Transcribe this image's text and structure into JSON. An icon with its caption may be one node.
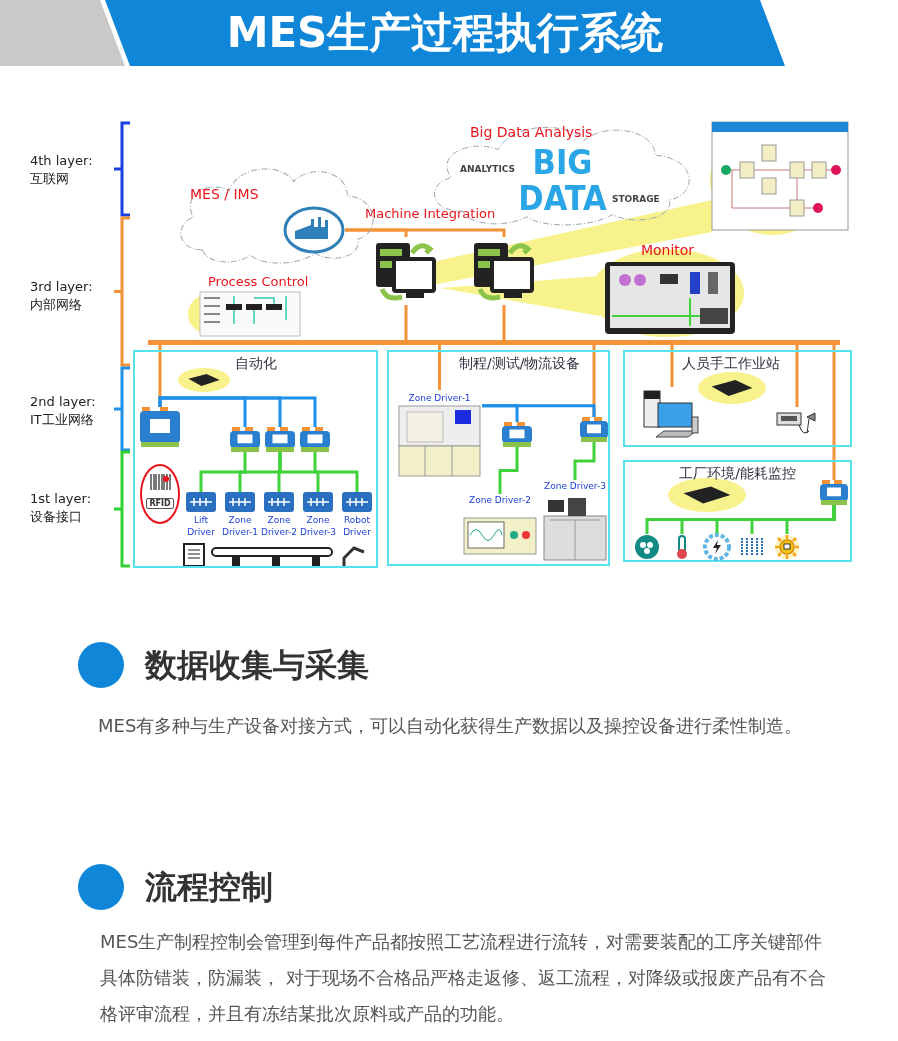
{
  "diagram": {
    "title": "MES生产过程执行系统",
    "nodes": [
      {
        "text": [
          "MES / IMS"
        ]
      },
      {
        "text": [],
        "shape": "picture",
        "in": 0
      },
      {
        "text": [
          "Big Data Analysis",
          "ANALYTICS",
          "BIG DATA",
          "STORAGE"
        ]
      },
      {
        "text": [],
        "shape": "picture"
      },
      {
        "text": [],
        "shape": "picture"
      },
      {
        "text": [],
        "shape": "picture"
      },
      {
        "text": [
          "Monitor"
        ]
      },
      {
        "text": [
          "Process Control"
        ]
      },
      {
        "text": [],
        "shape": "bar"
      },
      {
        "text": [
          "自动化"
        ]
      },
      {
        "text": [
          "制程/测试/物流设备"
        ]
      },
      {
        "text": [
          "人员手工作业站"
        ]
      },
      {
        "text": [
          "工厂环境/能耗监控"
        ]
      },
      {
        "text": [],
        "shape": "picture",
        "in": 9
      },
      {
        "text": [],
        "shape": "picture",
        "in": 9
      },
      {
        "text": [],
        "shape": "picture",
        "in": 9
      },
      {
        "text": [],
        "shape": "picture",
        "in": 9
      },
      {
        "text": [
          "Lift Driver"
        ],
        "in": 9
      },
      {
        "text": [
          "Zone Driver-1"
        ],
        "in": 9
      },
      {
        "text": [
          "Zone Driver-2"
        ],
        "in": 9
      },
      {
        "text": [
          "Zone Driver-3"
        ],
        "in": 9
      },
      {
        "text": [
          "Robot Driver"
        ],
        "in": 9
      },
      {
        "text": [
          "RFID"
        ],
        "in": 9
      },
      {
        "text": [
          "Zone Driver-1"
        ],
        "in": 10
      },
      {
        "text": [],
        "shape": "picture",
        "in": 10
      },
      {
        "text": [],
        "shape": "picture",
        "in": 10
      },
      {
        "text": [
          "Zone Driver-2"
        ],
        "in": 10
      },
      {
        "text": [
          "Zone Driver-3"
        ],
        "in": 10
      },
      {
        "text": [],
        "shape": "picture",
        "in": 11
      },
      {
        "text": [],
        "shape": "picture",
        "in": 11
      },
      {
        "text": [],
        "shape": "picture",
        "in": 12
      },
      {
        "text": [],
        "shape": "picture",
        "in": 12
      },
      {
        "text": [],
        "shape": "picture",
        "in": 12
      },
      {
        "text": [],
        "shape": "picture",
        "in": 12
      },
      {
        "text": [],
        "shape": "picture",
        "in": 12
      },
      {
        "text": [],
        "shape": "picture",
        "in": 12
      }
    ],
    "edges": [
      {
        "from": 1,
        "to": 4,
        "arrow": "none",
        "color": "#f39237"
      },
      {
        "from": 1,
        "to": 5,
        "arrow": "none",
        "color": "#f39237"
      },
      {
        "from": 4,
        "to": 8,
        "arrow": "none",
        "color": "#f39237"
      },
      {
        "from": 5,
        "to": 8,
        "arrow": "none",
        "color": "#f39237"
      },
      {
        "from": 8,
        "to": 13,
        "arrow": "none",
        "color": "#f39237"
      },
      {
        "from": 8,
        "to": 23,
        "arrow": "none",
        "color": "#f39237"
      },
      {
        "from": 8,
        "to": 25,
        "arrow": "none",
        "color": "#f39237"
      },
      {
        "from": 8,
        "to": 28,
        "arrow": "none",
        "color": "#f39237"
      },
      {
        "from": 8,
        "to": 29,
        "arrow": "none",
        "color": "#f39237"
      },
      {
        "from": 8,
        "to": 30,
        "arrow": "none",
        "color": "#f39237"
      },
      {
        "from": 13,
        "to": 14,
        "arrow": "none",
        "color": "#1e90e8"
      },
      {
        "from": 13,
        "to": 15,
        "arrow": "none",
        "color": "#1e90e8"
      },
      {
        "from": 13,
        "to": 16,
        "arrow": "none",
        "color": "#1e90e8"
      },
      {
        "from": 14,
        "to": 17,
        "arrow": "none"
      },
      {
        "from": 15,
        "to": 18,
        "arrow": "none"
      },
      {
        "from": 15,
        "to": 19,
        "arrow": "none"
      },
      {
        "from": 15,
        "to": 20,
        "arrow": "none"
      },
      {
        "from": 16,
        "to": 21,
        "arrow": "none"
      },
      {
        "from": 23,
        "to": 24,
        "arrow": "none",
        "color": "#1e90e8"
      },
      {
        "from": 23,
        "to": 25,
        "arrow": "none",
        "color": "#1e90e8"
      },
      {
        "from": 24,
        "to": 26,
        "arrow": "none"
      },
      {
        "from": 25,
        "to": 27,
        "arrow": "none"
      },
      {
        "from": 30,
        "to": 31,
        "arrow": "none"
      },
      {
        "from": 30,
        "to": 32,
        "arrow": "none"
      },
      {
        "from": 30,
        "to": 33,
        "arrow": "none"
      },
      {
        "from": 30,
        "to": 34,
        "arrow": "none"
      },
      {
        "from": 30,
        "to": 35,
        "arrow": "none"
      }
    ],
    "labels": [
      "4th layer: 互联网",
      "3rd layer: 内部网络",
      "2nd layer: IT工业网络",
      "1st layer: 设备接口",
      "Machine Integration",
      "数据收集与采集",
      "MES有多种与生产设备对接方式，可以自动化获得生产数据以及操控设备进行柔性制造。",
      "流程控制",
      "MES生产制程控制会管理到每件产品都按照工艺流程进行流转，对需要装配的工序关键部件具体防错装，防漏装， 对于现场不合格品严格走返修、返工流程，对降级或报废产品有不合格评审流程，并且有冻结某批次原料或产品的功能。"
    ]
  }
}
